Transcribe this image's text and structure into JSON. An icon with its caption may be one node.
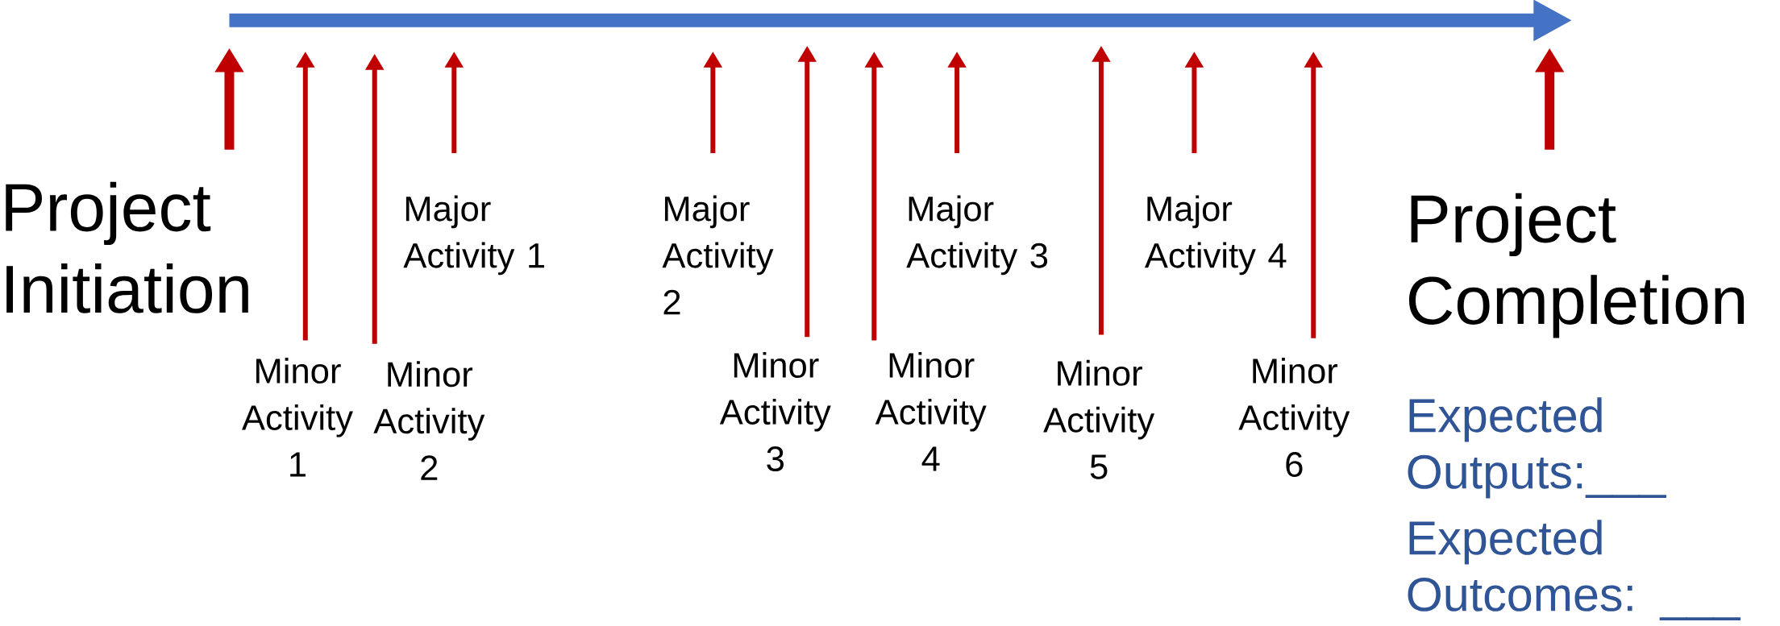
{
  "diagram": {
    "nodes": [
      {
        "text": [],
        "shape": "arrow"
      },
      {
        "text": [
          "Project Initiation"
        ]
      },
      {
        "text": [
          "Major Activity 1"
        ]
      },
      {
        "text": [
          "Major Activity 2"
        ]
      },
      {
        "text": [
          "Major Activity 3"
        ]
      },
      {
        "text": [
          "Major Activity 4"
        ]
      },
      {
        "text": [
          "Project Completion"
        ]
      },
      {
        "text": [
          "Minor Activity 1"
        ]
      },
      {
        "text": [
          "Minor Activity 2"
        ]
      },
      {
        "text": [
          "Minor Activity 3"
        ]
      },
      {
        "text": [
          "Minor Activity 4"
        ]
      },
      {
        "text": [
          "Minor Activity 5"
        ]
      },
      {
        "text": [
          "Minor Activity 6"
        ]
      }
    ],
    "edges": [
      {
        "from": 1,
        "to": 0,
        "arrow": "to",
        "style": "thick"
      },
      {
        "from": 7,
        "to": 0,
        "arrow": "to"
      },
      {
        "from": 8,
        "to": 0,
        "arrow": "to"
      },
      {
        "from": 2,
        "to": 0,
        "arrow": "to"
      },
      {
        "from": 3,
        "to": 0,
        "arrow": "to"
      },
      {
        "from": 9,
        "to": 0,
        "arrow": "to"
      },
      {
        "from": 10,
        "to": 0,
        "arrow": "to"
      },
      {
        "from": 4,
        "to": 0,
        "arrow": "to"
      },
      {
        "from": 11,
        "to": 0,
        "arrow": "to"
      },
      {
        "from": 5,
        "to": 0,
        "arrow": "to"
      },
      {
        "from": 12,
        "to": 0,
        "arrow": "to"
      },
      {
        "from": 6,
        "to": 0,
        "arrow": "to",
        "style": "thick"
      }
    ],
    "labels": [
      "Expected Outputs:___",
      "Expected Outcomes: ___"
    ]
  }
}
